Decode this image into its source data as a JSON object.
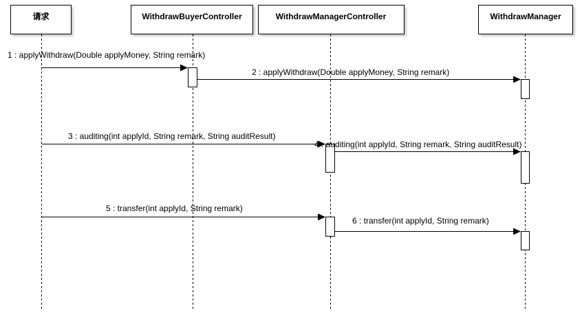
{
  "participants": [
    {
      "id": "p0",
      "label": "请求"
    },
    {
      "id": "p1",
      "label": "WithdrawBuyerController"
    },
    {
      "id": "p2",
      "label": "WithdrawManagerController"
    },
    {
      "id": "p3",
      "label": "WithdrawManager"
    }
  ],
  "messages": [
    {
      "label": "1 : applyWithdraw(Double applyMoney, String remark)"
    },
    {
      "label": "2 : applyWithdraw(Double applyMoney, String remark)"
    },
    {
      "label": "3 : auditing(int applyId, String remark, String auditResult)"
    },
    {
      "label": "4 : auditing(int applyId, String remark, String auditResult)"
    },
    {
      "label": "5 : transfer(int applyId, String remark)"
    },
    {
      "label": "6 : transfer(int applyId, String remark)"
    }
  ]
}
